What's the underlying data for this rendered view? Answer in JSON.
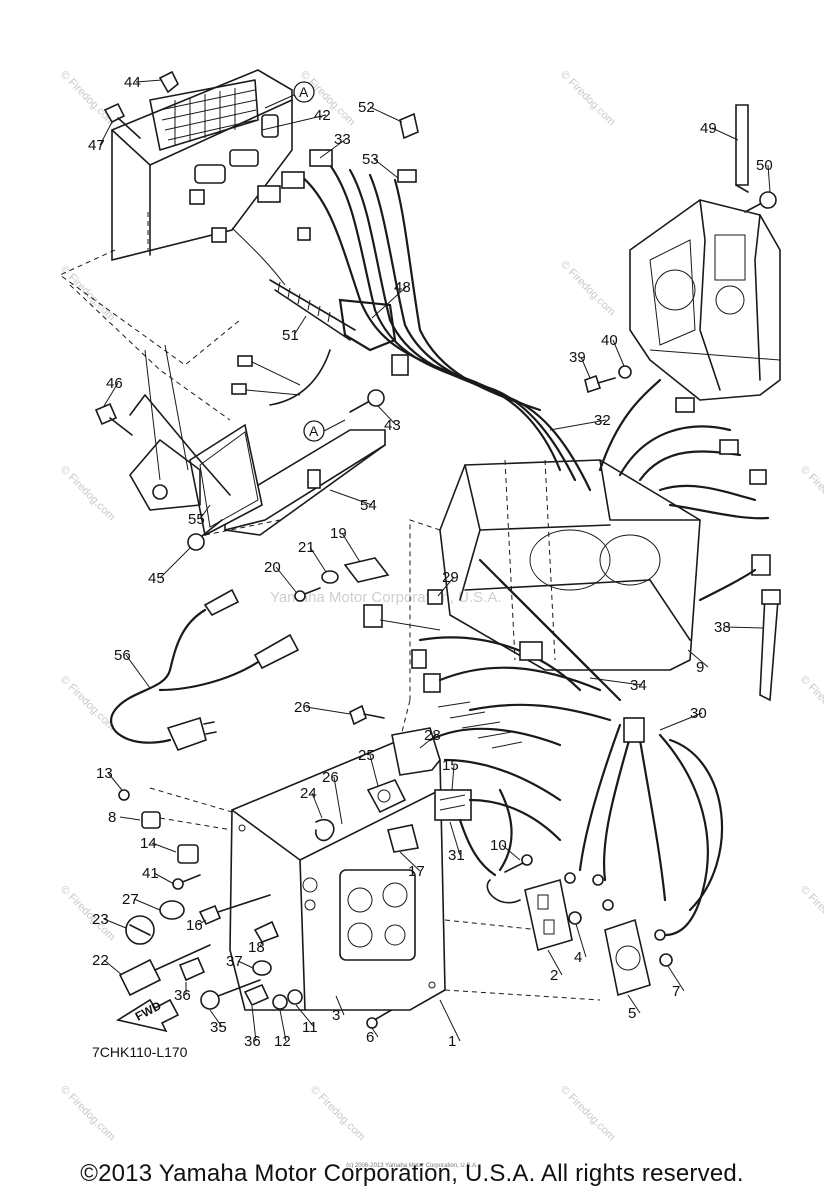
{
  "diagram": {
    "drawing_code": "7CHK110-L170",
    "fwd_label": "FWD",
    "reference_marks": [
      "A",
      "A"
    ],
    "callouts": [
      {
        "id": "c44",
        "label": "44"
      },
      {
        "id": "c47",
        "label": "47"
      },
      {
        "id": "c42",
        "label": "42"
      },
      {
        "id": "c52",
        "label": "52"
      },
      {
        "id": "c33",
        "label": "33"
      },
      {
        "id": "c53",
        "label": "53"
      },
      {
        "id": "c49",
        "label": "49"
      },
      {
        "id": "c50",
        "label": "50"
      },
      {
        "id": "c48",
        "label": "48"
      },
      {
        "id": "c51",
        "label": "51"
      },
      {
        "id": "c39",
        "label": "39"
      },
      {
        "id": "c40",
        "label": "40"
      },
      {
        "id": "c46",
        "label": "46"
      },
      {
        "id": "c43",
        "label": "43"
      },
      {
        "id": "c32",
        "label": "32"
      },
      {
        "id": "c54",
        "label": "54"
      },
      {
        "id": "c55",
        "label": "55"
      },
      {
        "id": "c45",
        "label": "45"
      },
      {
        "id": "c19",
        "label": "19"
      },
      {
        "id": "c21",
        "label": "21"
      },
      {
        "id": "c20",
        "label": "20"
      },
      {
        "id": "c29",
        "label": "29"
      },
      {
        "id": "c38",
        "label": "38"
      },
      {
        "id": "c9",
        "label": "9"
      },
      {
        "id": "c56",
        "label": "56"
      },
      {
        "id": "c34",
        "label": "34"
      },
      {
        "id": "c26a",
        "label": "26"
      },
      {
        "id": "c30",
        "label": "30"
      },
      {
        "id": "c28",
        "label": "28"
      },
      {
        "id": "c25",
        "label": "25"
      },
      {
        "id": "c15",
        "label": "15"
      },
      {
        "id": "c13",
        "label": "13"
      },
      {
        "id": "c26b",
        "label": "26"
      },
      {
        "id": "c24",
        "label": "24"
      },
      {
        "id": "c8",
        "label": "8"
      },
      {
        "id": "c14",
        "label": "14"
      },
      {
        "id": "c31",
        "label": "31"
      },
      {
        "id": "c10",
        "label": "10"
      },
      {
        "id": "c17",
        "label": "17"
      },
      {
        "id": "c41",
        "label": "41"
      },
      {
        "id": "c27",
        "label": "27"
      },
      {
        "id": "c16",
        "label": "16"
      },
      {
        "id": "c23",
        "label": "23"
      },
      {
        "id": "c18",
        "label": "18"
      },
      {
        "id": "c22",
        "label": "22"
      },
      {
        "id": "c37",
        "label": "37"
      },
      {
        "id": "c4",
        "label": "4"
      },
      {
        "id": "c2",
        "label": "2"
      },
      {
        "id": "c7",
        "label": "7"
      },
      {
        "id": "c36a",
        "label": "36"
      },
      {
        "id": "c3",
        "label": "3"
      },
      {
        "id": "c5",
        "label": "5"
      },
      {
        "id": "c35",
        "label": "35"
      },
      {
        "id": "c36b",
        "label": "36"
      },
      {
        "id": "c12",
        "label": "12"
      },
      {
        "id": "c11",
        "label": "11"
      },
      {
        "id": "c6",
        "label": "6"
      },
      {
        "id": "c1",
        "label": "1"
      }
    ]
  },
  "watermark": {
    "site": "© Firedog.com",
    "center": "Yamaha Motor Corporation, U.S.A."
  },
  "footer": {
    "small_copyright": "(c) 2006-2013 Yamaha Motor Corporation, U.S.A.",
    "copyright": "©2013 Yamaha Motor Corporation, U.S.A. All rights reserved."
  }
}
